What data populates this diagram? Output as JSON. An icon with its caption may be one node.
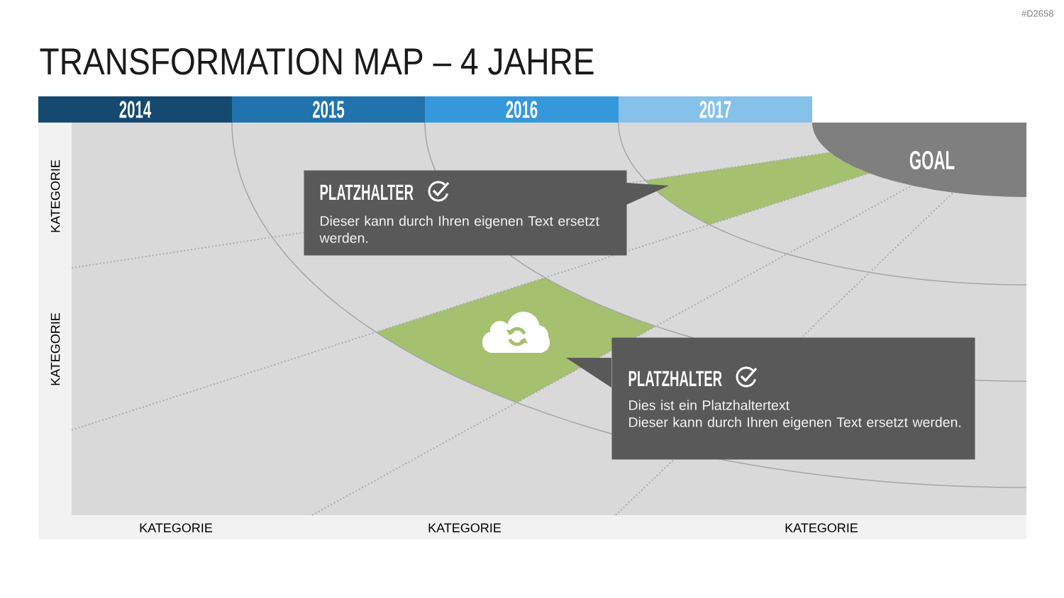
{
  "diagram": {
    "title": "TRANSFORMATION MAP – 4 JAHRE",
    "nodes": [
      {
        "text": [
          "2014"
        ]
      },
      {
        "text": [
          "2015"
        ]
      },
      {
        "text": [
          "2016"
        ]
      },
      {
        "text": [
          "2017"
        ]
      },
      {
        "text": [
          "GOAL"
        ]
      },
      {
        "text": [
          "PLATZHALTER",
          "Dieser kann durch Ihren eigenen Text ersetzt werden."
        ]
      },
      {
        "text": [
          "PLATZHALTER",
          "Dies ist ein Platzhaltertext",
          "Dieser kann durch Ihren eigenen Text ersetzt werden."
        ]
      }
    ],
    "labels": [
      "#D2658",
      "KATEGORIE",
      "KATEGORIE",
      "KATEGORIE",
      "KATEGORIE",
      "KATEGORIE"
    ]
  }
}
